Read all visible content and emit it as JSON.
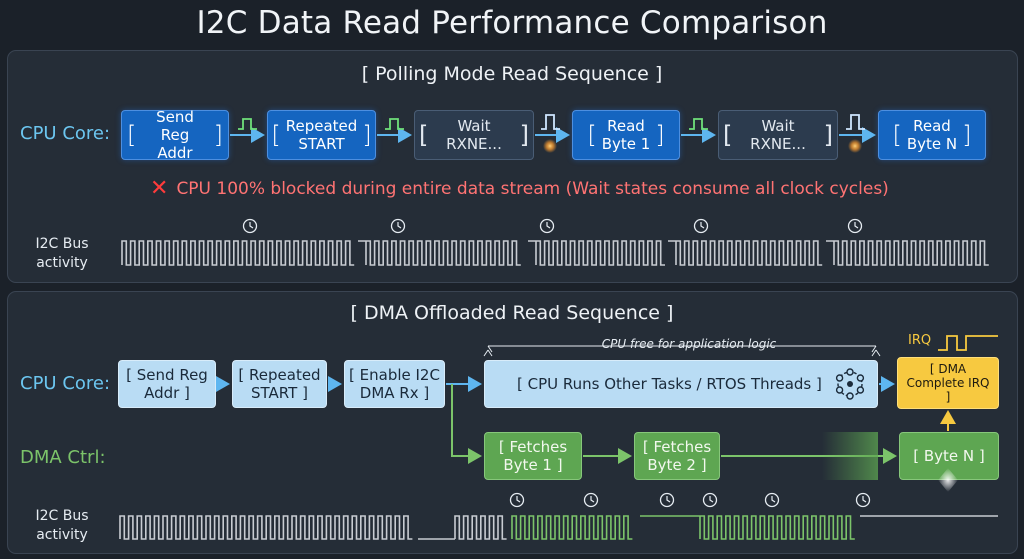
{
  "title": "I2C Data Read Performance Comparison",
  "polling": {
    "heading": "[ Polling Mode Read Sequence ]",
    "cpu_label": "CPU Core:",
    "steps": [
      {
        "line1": "Send",
        "line2": "Reg Addr"
      },
      {
        "line1": "Repeated",
        "line2": "START"
      },
      {
        "line1": "Wait RXNE...",
        "line2": ""
      },
      {
        "line1": "Read",
        "line2": "Byte 1"
      },
      {
        "line1": "Wait RXNE...",
        "line2": ""
      },
      {
        "line1": "Read",
        "line2": "Byte N"
      }
    ],
    "blocked_message": "CPU 100% blocked during entire data stream (Wait states consume all clock cycles)",
    "bus_label_1": "I2C Bus",
    "bus_label_2": "activity"
  },
  "dma": {
    "heading": "[ DMA Offloaded Read Sequence ]",
    "cpu_label": "CPU Core:",
    "dma_label": "DMA Ctrl:",
    "cpu_steps": [
      {
        "line1": "[ Send Reg",
        "line2": "Addr ]"
      },
      {
        "line1": "[ Repeated",
        "line2": "START ]"
      },
      {
        "line1": "[ Enable I2C",
        "line2": "DMA Rx ]"
      }
    ],
    "other_tasks": "[ CPU Runs Other Tasks / RTOS Threads ]",
    "cpu_free_label": "CPU free for application logic",
    "irq_label": "IRQ",
    "irq_box": {
      "line1": "[ DMA",
      "line2": "Complete IRQ",
      "line3": "]"
    },
    "dma_steps": [
      {
        "line1": "[ Fetches",
        "line2": "Byte 1 ]"
      },
      {
        "line1": "[ Fetches",
        "line2": "Byte 2 ]"
      },
      {
        "line1": "[ Byte N ]",
        "line2": ""
      }
    ],
    "bus_label_1": "I2C Bus",
    "bus_label_2": "activity"
  },
  "colors": {
    "polling_box": "#1565c0",
    "wait_box": "#2c3b4e",
    "dma_cpu_box": "#b9dcf4",
    "dma_ctrl_box": "#5ea652",
    "irq_box": "#f7c940",
    "blocked_text": "#ff7373",
    "bus_polling": "#c8ccd2",
    "bus_dma_active": "#7cc46a"
  },
  "icons": [
    "pulse-icon",
    "clock-icon",
    "cross-icon",
    "network-icon"
  ]
}
